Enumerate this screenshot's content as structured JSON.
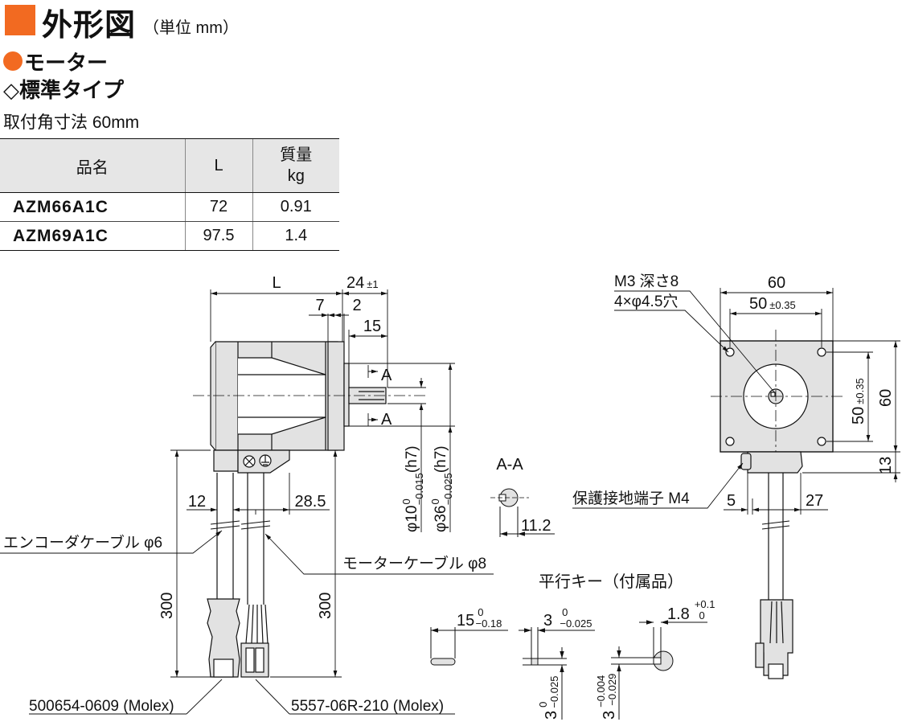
{
  "header": {
    "title": "外形図",
    "unit": "（単位 mm）",
    "category": "モーター",
    "type": "◇標準タイプ",
    "mounting": "取付角寸法 60mm"
  },
  "colors": {
    "accent": "#f26a21",
    "body_fill": "#e2e2e2",
    "table_header": "#e6e6e6"
  },
  "table": {
    "headers": {
      "name": "品名",
      "length": "L",
      "mass": "質量",
      "mass_unit": "kg"
    },
    "rows": [
      {
        "name": "AZM66A1C",
        "length": "72",
        "mass": "0.91"
      },
      {
        "name": "AZM69A1C",
        "length": "97.5",
        "mass": "1.4"
      }
    ]
  },
  "side_view": {
    "dim_L": "L",
    "dim_24": "24",
    "dim_24_tol": "±1",
    "dim_7": "7",
    "dim_2": "2",
    "dim_15": "15",
    "dim_12": "12",
    "dim_28_5": "28.5",
    "dim_300": "300",
    "section_mark": "A",
    "shaft_dia": "φ10",
    "shaft_dia_tol_upper": "0",
    "shaft_dia_tol_lower": "−0.015",
    "shaft_dia_fit": "(h7)",
    "pilot_dia": "φ36",
    "pilot_dia_tol_upper": "0",
    "pilot_dia_tol_lower": "−0.025",
    "pilot_dia_fit": "(h7)",
    "encoder_cable": "エンコーダケーブル φ6",
    "motor_cable": "モーターケーブル φ8",
    "encoder_connector": "500654-0609 (Molex)",
    "motor_connector": "5557-06R-210 (Molex)"
  },
  "section_view": {
    "label": "A-A",
    "dim": "11.2"
  },
  "front_view": {
    "tap": "M3 深さ8",
    "holes": "4×φ4.5穴",
    "dim_60": "60",
    "dim_50": "50",
    "dim_50_tol": "±0.35",
    "dim_13": "13",
    "dim_5": "5",
    "dim_27": "27",
    "ground": "保護接地端子 M4"
  },
  "key": {
    "title": "平行キー（付属品）",
    "length": "15",
    "length_tol_upper": "0",
    "length_tol_lower": "−0.18",
    "width": "3",
    "width_tol_upper": "0",
    "width_tol_lower": "−0.025",
    "height": "3",
    "height_tol_upper": "0",
    "height_tol_lower": "−0.025",
    "groove_width": "3",
    "groove_tol_upper": "−0.004",
    "groove_tol_lower": "−0.029",
    "groove_depth": "1.8",
    "groove_depth_tol_upper": "+0.1",
    "groove_depth_tol_lower": "0"
  }
}
